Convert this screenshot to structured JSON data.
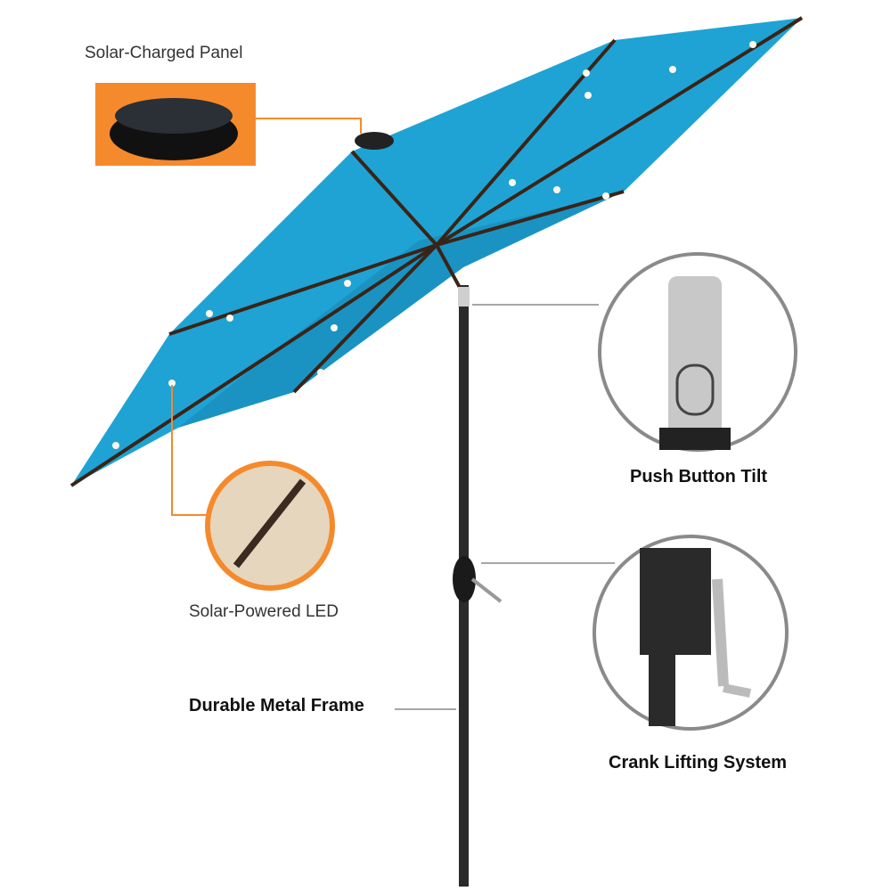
{
  "labels": {
    "solar_panel": "Solar-Charged Panel",
    "solar_led": "Solar-Powered LED",
    "push_button_tilt": "Push Button Tilt",
    "durable_frame": "Durable Metal Frame",
    "crank_lifting": "Crank Lifting System"
  },
  "colors": {
    "canopy": "#1fa3d4",
    "canopy_shade": "#1888b8",
    "accent_orange": "#f58a2c",
    "circle_border": "#8a8a8a",
    "frame": "#2a2a2a"
  }
}
